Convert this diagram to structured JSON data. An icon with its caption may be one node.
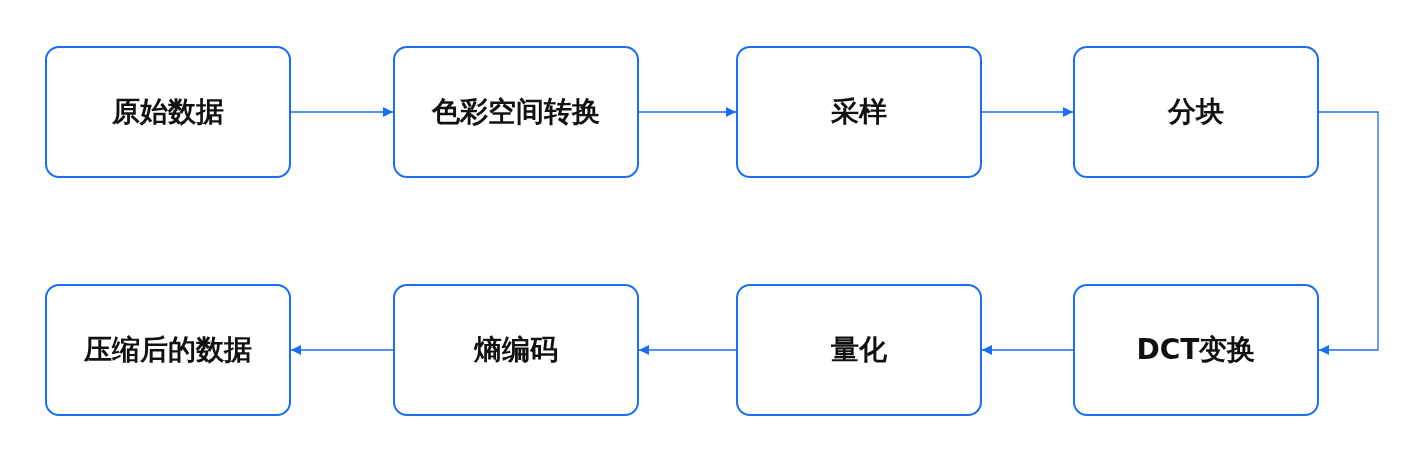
{
  "diagram": {
    "nodes": [
      {
        "text": [
          "原始数据"
        ]
      },
      {
        "text": [
          "色彩空间转换"
        ]
      },
      {
        "text": [
          "采样"
        ]
      },
      {
        "text": [
          "分块"
        ]
      },
      {
        "text": [
          "压缩后的数据"
        ]
      },
      {
        "text": [
          "熵编码"
        ]
      },
      {
        "text": [
          "量化"
        ]
      },
      {
        "text": [
          "DCT变换"
        ]
      }
    ],
    "edges": [
      {
        "from": 0,
        "to": 1,
        "arrow": "to"
      },
      {
        "from": 1,
        "to": 2,
        "arrow": "to"
      },
      {
        "from": 2,
        "to": 3,
        "arrow": "to"
      },
      {
        "from": 3,
        "to": 7,
        "arrow": "to"
      },
      {
        "from": 7,
        "to": 6,
        "arrow": "to"
      },
      {
        "from": 6,
        "to": 5,
        "arrow": "to"
      },
      {
        "from": 5,
        "to": 4,
        "arrow": "to"
      }
    ]
  }
}
